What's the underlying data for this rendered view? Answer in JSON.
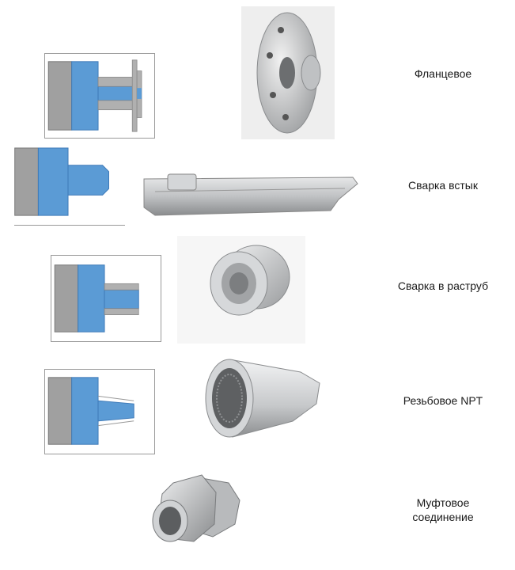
{
  "colors": {
    "gray": "#a0a0a0",
    "blue": "#5b9bd5",
    "metal": "#c8cacc"
  },
  "connection_types": [
    {
      "label": "Фланцевое"
    },
    {
      "label": "Сварка встык"
    },
    {
      "label": "Сварка в раструб"
    },
    {
      "label": "Резьбовое NPT"
    },
    {
      "label": "Муфтовое\nсоединение"
    }
  ]
}
